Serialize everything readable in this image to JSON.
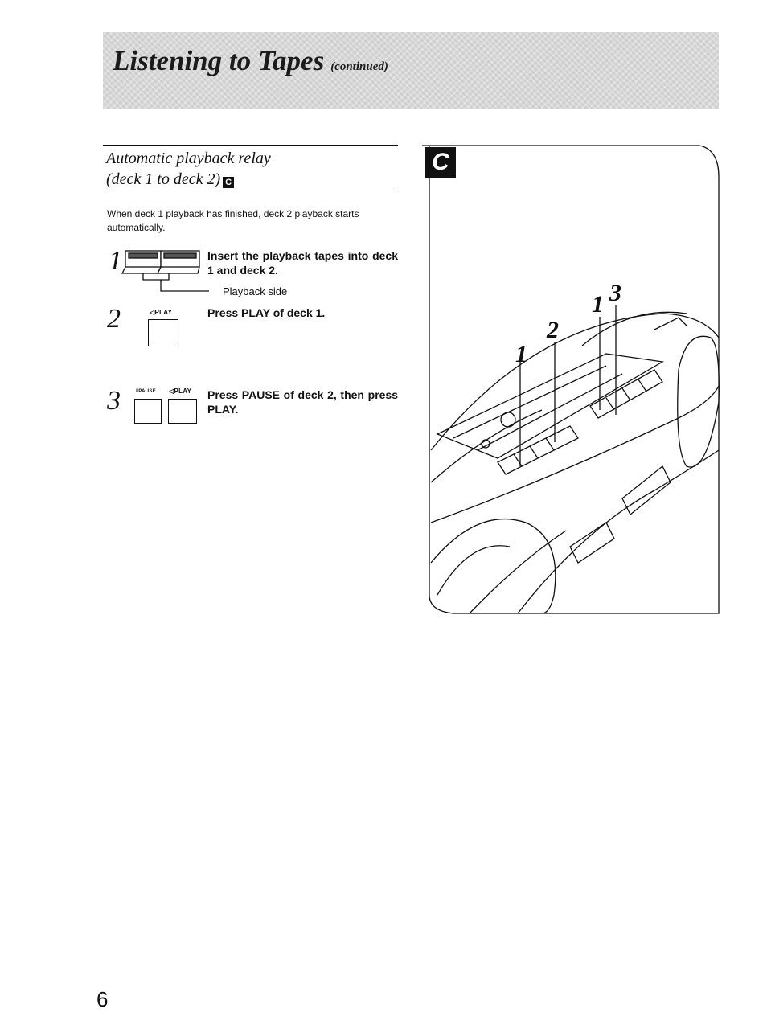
{
  "header": {
    "title": "Listening to Tapes",
    "subtitle": "(continued)"
  },
  "section": {
    "title_line1": "Automatic playback relay",
    "title_line2": "(deck 1 to deck 2)",
    "badge": "C"
  },
  "intro": "When deck 1 playback has finished, deck 2 playback starts automatically.",
  "steps": [
    {
      "number": "1",
      "text": "Insert the playback tapes into deck 1 and deck 2.",
      "note": "Playback side"
    },
    {
      "number": "2",
      "button_label": "◁PLAY",
      "text": "Press PLAY of deck 1."
    },
    {
      "number": "3",
      "button_labels": [
        "‖PAUSE",
        "◁PLAY"
      ],
      "text": "Press PAUSE of deck 2, then press PLAY."
    }
  ],
  "figure": {
    "letter": "C",
    "callouts": [
      "1",
      "2",
      "1",
      "3"
    ]
  },
  "page_number": "6"
}
